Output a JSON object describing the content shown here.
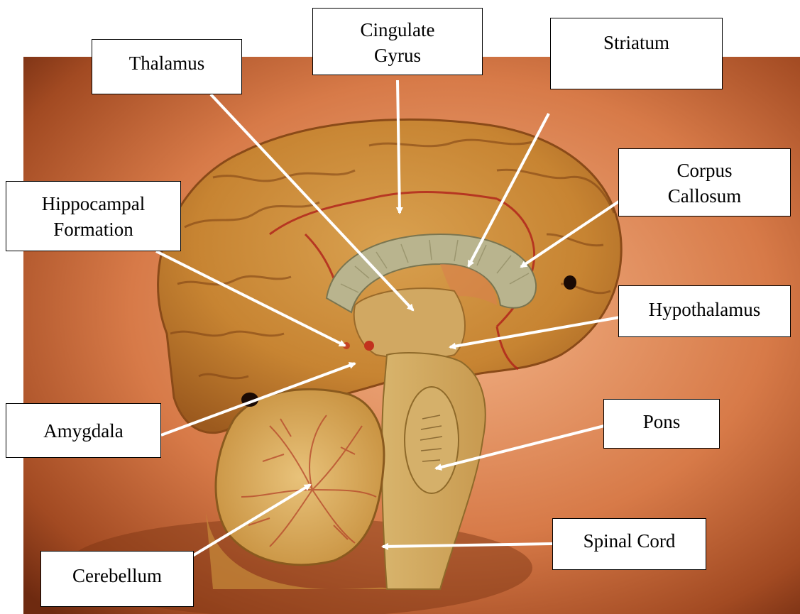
{
  "figure": {
    "labels": [
      {
        "id": "thalamus",
        "text": "Thalamus"
      },
      {
        "id": "cingulate-gyrus",
        "text": "Cingulate\nGyrus"
      },
      {
        "id": "striatum",
        "text": "Striatum"
      },
      {
        "id": "hippocampal-formation",
        "text": "Hippocampal\nFormation"
      },
      {
        "id": "corpus-callosum",
        "text": "Corpus\nCallosum"
      },
      {
        "id": "hypothalamus",
        "text": "Hypothalamus"
      },
      {
        "id": "amygdala",
        "text": "Amygdala"
      },
      {
        "id": "pons",
        "text": "Pons"
      },
      {
        "id": "spinal-cord",
        "text": "Spinal Cord"
      },
      {
        "id": "cerebellum",
        "text": "Cerebellum"
      }
    ]
  }
}
